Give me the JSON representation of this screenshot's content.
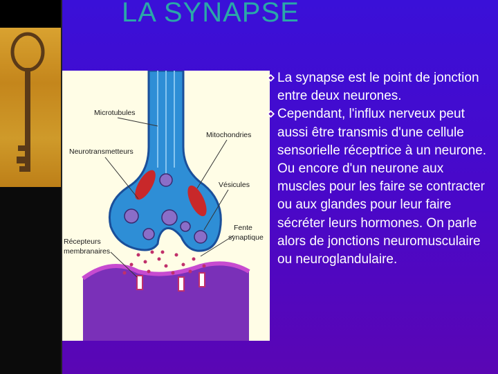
{
  "slide": {
    "title": "LA SYNAPSE",
    "bullets": [
      "La synapse est le point de jonction entre deux neurones.",
      "Cependant, l'influx nerveux peut aussi être transmis d'une cellule sensorielle réceptrice à un neurone. Ou encore d'un neurone aux muscles pour les faire se contracter ou aux glandes pour leur faire sécréter leurs hormones. On parle alors de jonctions neuromusculaire ou neuroglandulaire."
    ]
  },
  "figure": {
    "labels": {
      "microtubules": "Microtubules",
      "neurotransmitters": "Neurotransmetteurs",
      "mitochondria": "Mitochondries",
      "vesicles": "Vésicules",
      "cleft_line1": "Fente",
      "cleft_line2": "synaptique",
      "receptors_line1": "Récepteurs",
      "receptors_line2": "membranaires"
    }
  },
  "decor": {
    "key_image": "old-key",
    "bullet_icon": "diamond-bullet-icon"
  },
  "colors": {
    "background": "#4a08c8",
    "title": "#2aa8a8",
    "text": "#ffffff",
    "left_band": "#d9a230"
  }
}
